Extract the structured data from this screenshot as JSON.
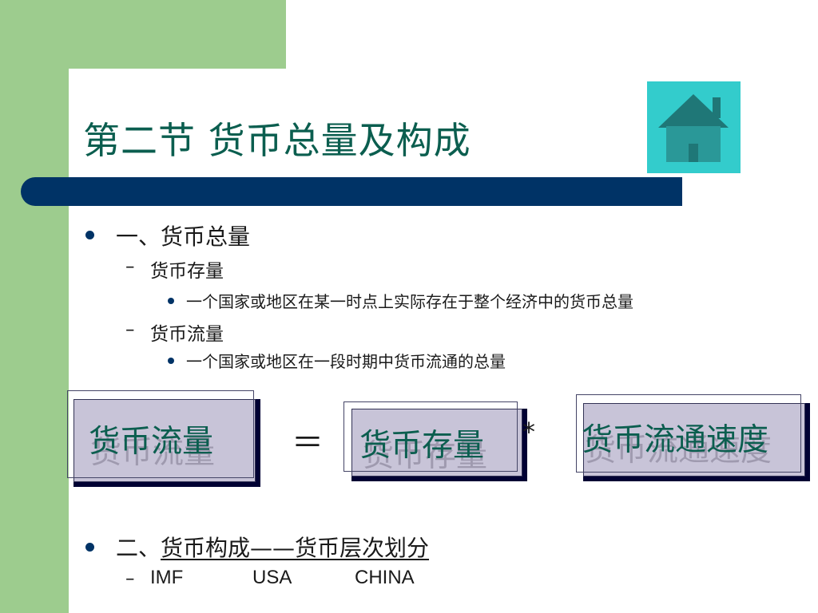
{
  "title": "第二节 货币总量及构成",
  "home_icon": "home-icon",
  "sections": [
    {
      "bullet": "●",
      "label": "一、货币总量",
      "children": [
        {
          "dash": "–",
          "label": "货币存量",
          "detail": "一个国家或地区在某一时点上实际存在于整个经济中的货币总量"
        },
        {
          "dash": "–",
          "label": "货币流量",
          "detail": "一个国家或地区在一段时期中货币流通的总量"
        }
      ]
    },
    {
      "bullet": "●",
      "label_prefix": "二、",
      "label_link": "货币构成——货币层次划分",
      "children": [
        {
          "dash": "–",
          "labels": [
            "IMF",
            "USA",
            "CHINA"
          ]
        }
      ]
    }
  ],
  "equation": {
    "left": "货币流量",
    "equals": "＝",
    "middle": "货币存量",
    "times": "*",
    "right": "货币流通速度"
  },
  "colors": {
    "green": "#9dcc8e",
    "navy": "#003366",
    "teal_text": "#0b5e4f",
    "home_bg": "#33cccc",
    "box_fill": "#c8c4d8"
  }
}
